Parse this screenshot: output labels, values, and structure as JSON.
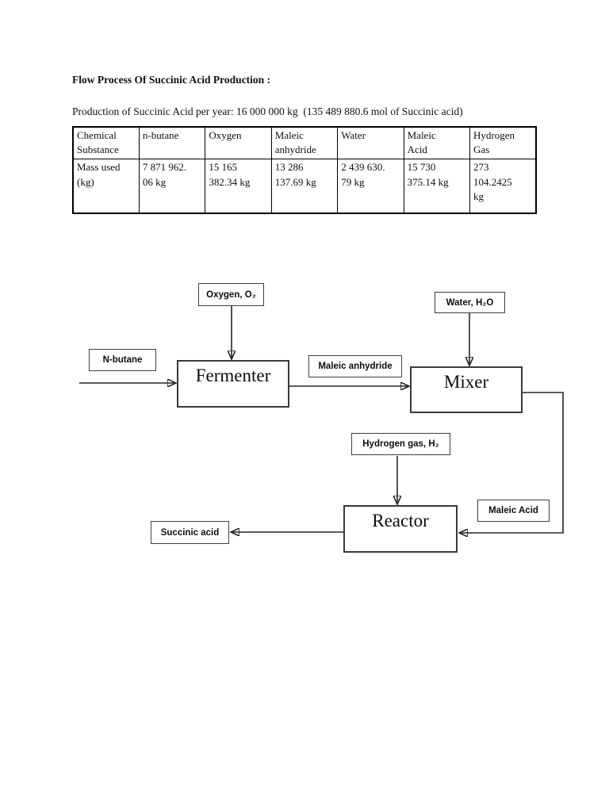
{
  "document": {
    "title": "Flow Process Of Succinic Acid Production :",
    "intro": "Production of Succinic Acid per year: 16 000 000 kg  (135 489 880.6 mol of Succinic acid)"
  },
  "table": {
    "headers": [
      "Chemical\nSubstance",
      "n-butane",
      "Oxygen",
      "Maleic\nanhydride",
      "Water",
      "Maleic\nAcid",
      "Hydrogen\nGas"
    ],
    "rows": [
      {
        "label": "Mass used\n(kg)",
        "values": [
          "7 871 962.\n06 kg",
          "15 165\n382.34 kg",
          "13 286\n137.69 kg",
          "2 439 630.\n79 kg",
          "15 730\n375.14 kg",
          "273\n104.2425\nkg"
        ]
      }
    ]
  },
  "diagram": {
    "processes": {
      "fermenter": "Fermenter",
      "mixer": "Mixer",
      "reactor": "Reactor"
    },
    "streams": {
      "oxygen": "Oxygen, O₂",
      "water": "Water, H₂O",
      "n_butane": "N-butane",
      "maleic_anhydride": "Maleic anhydride",
      "hydrogen": "Hydrogen gas, H₂",
      "maleic_acid": "Maleic Acid",
      "succinic_acid": "Succinic acid"
    },
    "connections": [
      {
        "from": "N-butane feed",
        "to": "Fermenter"
      },
      {
        "from": "Oxygen, O₂",
        "to": "Fermenter"
      },
      {
        "from": "Fermenter",
        "to": "Mixer",
        "stream": "Maleic anhydride"
      },
      {
        "from": "Water, H₂O",
        "to": "Mixer"
      },
      {
        "from": "Mixer",
        "to": "Reactor",
        "stream": "Maleic Acid"
      },
      {
        "from": "Hydrogen gas, H₂",
        "to": "Reactor"
      },
      {
        "from": "Reactor",
        "to": "Succinic acid"
      }
    ],
    "line_color": "#262626"
  }
}
